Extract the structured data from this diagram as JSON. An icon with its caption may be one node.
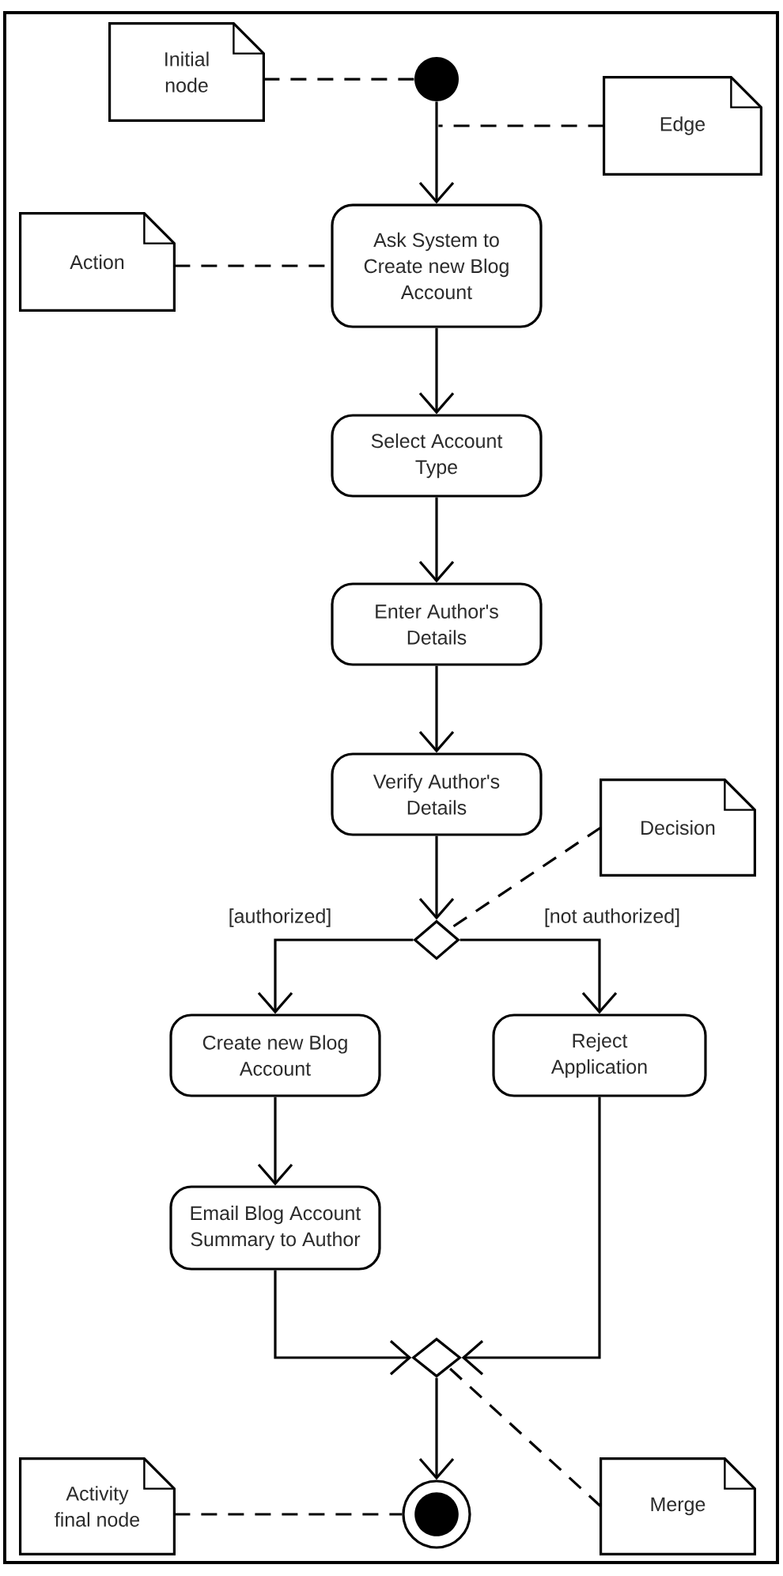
{
  "diagram": {
    "nodes": [
      {
        "text": [
          "Initial node"
        ]
      },
      {
        "text": [],
        "shape": "circle"
      },
      {
        "text": [
          "Edge"
        ]
      },
      {
        "text": [
          "Action"
        ]
      },
      {
        "text": [
          "Ask System to Create new Blog Account"
        ]
      },
      {
        "text": [
          "Select Account Type"
        ]
      },
      {
        "text": [
          "Enter Author's Details"
        ]
      },
      {
        "text": [
          "Verify Author's Details"
        ]
      },
      {
        "text": [
          "Decision"
        ]
      },
      {
        "text": [],
        "shape": "diamond"
      },
      {
        "text": [
          "Create new Blog Account"
        ]
      },
      {
        "text": [
          "Reject Application"
        ]
      },
      {
        "text": [
          "Email Blog Account Summary to Author"
        ]
      },
      {
        "text": [],
        "shape": "diamond"
      },
      {
        "text": [
          "Activity final node"
        ]
      },
      {
        "text": [],
        "shape": "circle"
      },
      {
        "text": [
          "Merge"
        ]
      }
    ],
    "edges": [
      {
        "from": 1,
        "to": 4,
        "arrow": "to"
      },
      {
        "from": 4,
        "to": 5,
        "arrow": "to"
      },
      {
        "from": 5,
        "to": 6,
        "arrow": "to"
      },
      {
        "from": 6,
        "to": 7,
        "arrow": "to"
      },
      {
        "from": 7,
        "to": 9,
        "arrow": "to"
      },
      {
        "from": 9,
        "to": 10,
        "arrow": "to",
        "label": "[authorized]"
      },
      {
        "from": 9,
        "to": 11,
        "arrow": "to",
        "label": "[not authorized]"
      },
      {
        "from": 10,
        "to": 12,
        "arrow": "to"
      },
      {
        "from": 12,
        "to": 13,
        "arrow": "to"
      },
      {
        "from": 11,
        "to": 13,
        "arrow": "to"
      },
      {
        "from": 13,
        "to": 15,
        "arrow": "to"
      },
      {
        "from": 0,
        "to": 1,
        "arrow": "none",
        "style": "dashed"
      },
      {
        "from": 2,
        "to": null,
        "arrow": "none",
        "style": "dashed"
      },
      {
        "from": 3,
        "to": 4,
        "arrow": "none",
        "style": "dashed"
      },
      {
        "from": 8,
        "to": 9,
        "arrow": "none",
        "style": "dashed"
      },
      {
        "from": 14,
        "to": 15,
        "arrow": "none",
        "style": "dashed"
      },
      {
        "from": 16,
        "to": 13,
        "arrow": "none",
        "style": "dashed"
      }
    ]
  }
}
